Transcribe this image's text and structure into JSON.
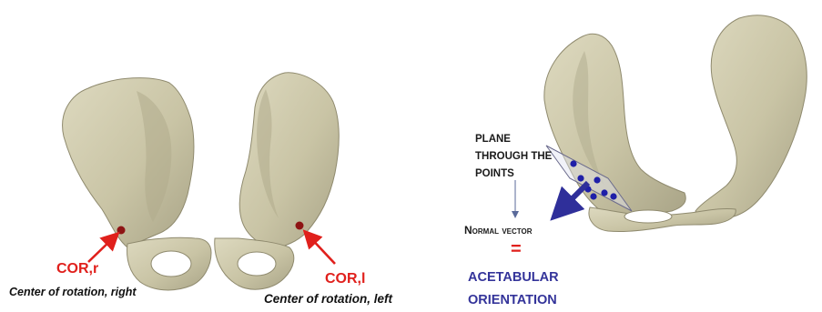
{
  "left_panel": {
    "cor_right_label": "COR,r",
    "cor_right_caption": "Center of rotation, right",
    "cor_left_label": "COR,l",
    "cor_left_caption": "Center of rotation, left"
  },
  "right_panel": {
    "plane_label_line1": "PLANE",
    "plane_label_line2": "THROUGH THE",
    "plane_label_line3": "POINTS",
    "normal_vector_label": "Normal vector",
    "equals_sign": "=",
    "acetabular_line1": "ACETABULAR",
    "acetabular_line2": "ORIENTATION"
  },
  "colors": {
    "bone_fill": "#cbc6a8",
    "bone_shadow": "#9f9a7c",
    "label_red": "#e0201c",
    "marker_dot": "#8e1414",
    "vector_blue": "#2f2f9a",
    "points_blue": "#1f1fa8"
  }
}
